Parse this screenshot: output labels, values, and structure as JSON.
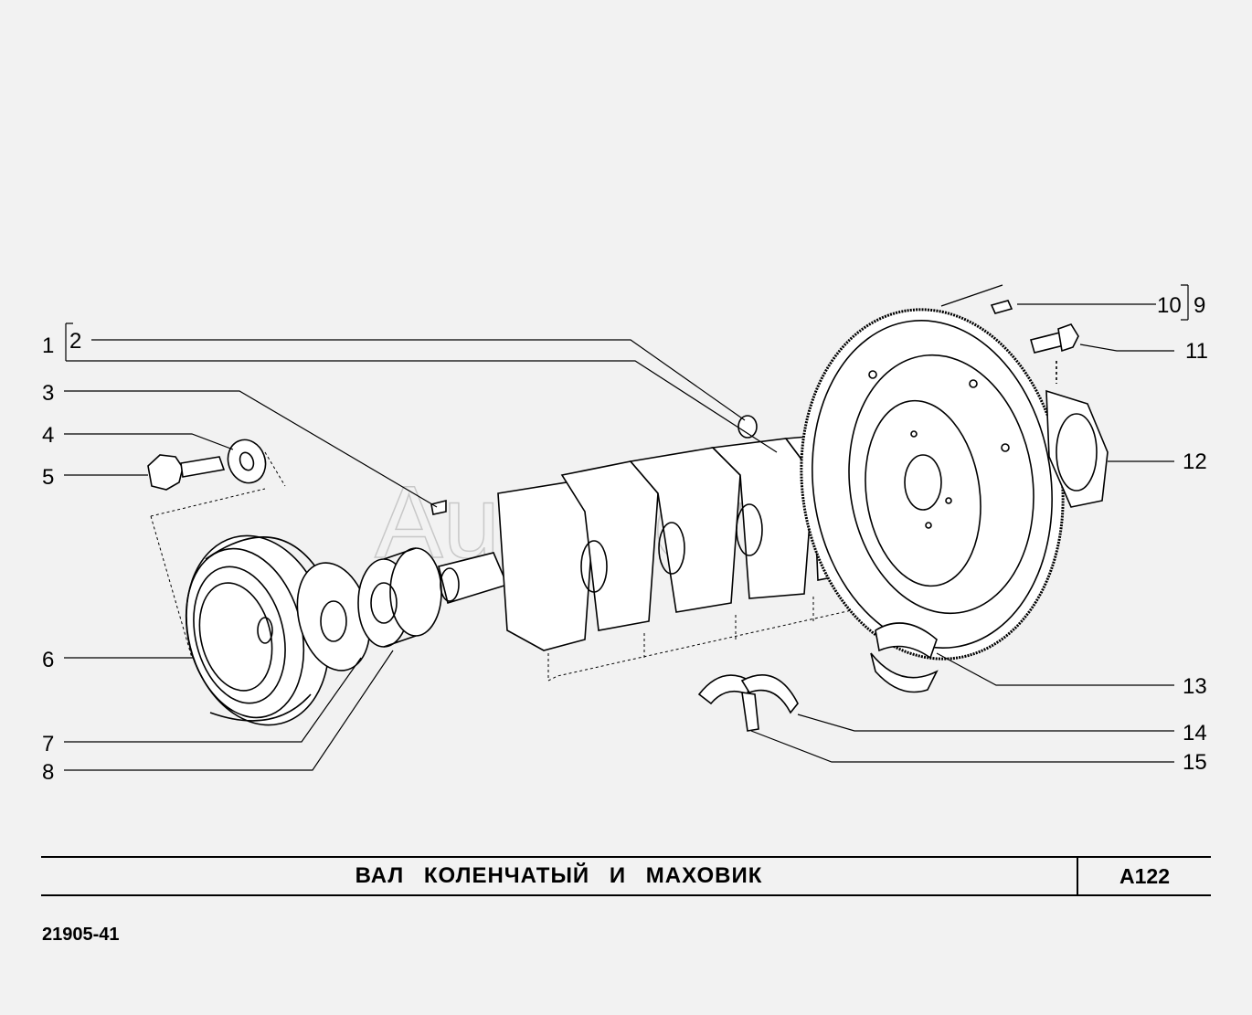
{
  "watermark": "AutoSoft",
  "callouts": [
    "1",
    "2",
    "3",
    "4",
    "5",
    "6",
    "7",
    "8",
    "9",
    "10",
    "11",
    "12",
    "13",
    "14",
    "15"
  ],
  "title": "ВАЛ КОЛЕНЧАТЫЙ И МАХОВИК",
  "section_code": "A122",
  "document_code": "21905-41"
}
